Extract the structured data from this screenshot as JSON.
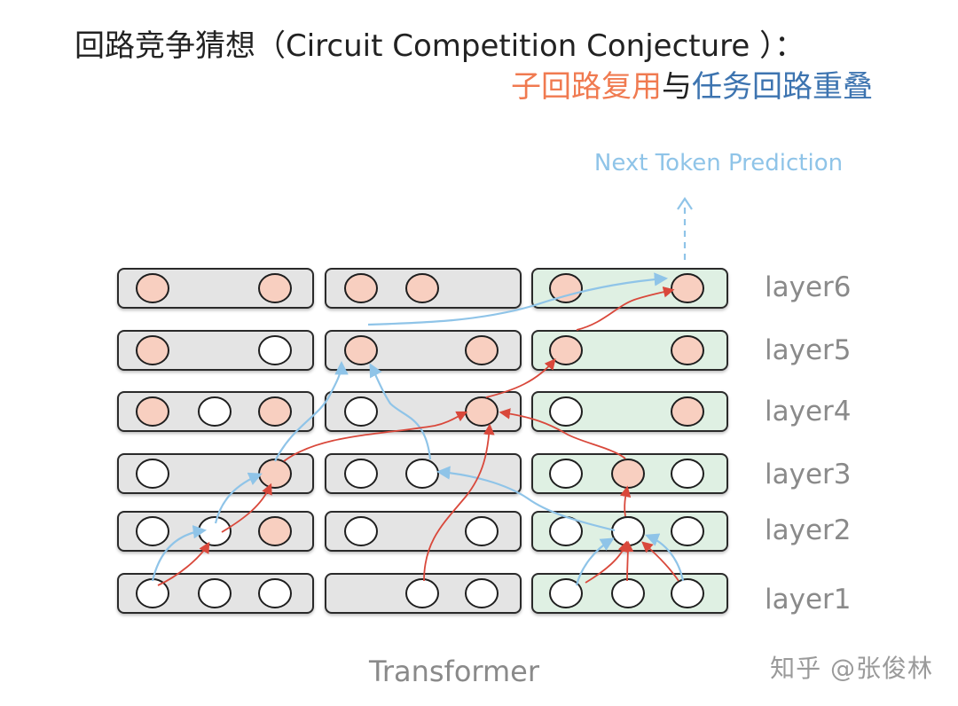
{
  "title": {
    "main": "回路竞争猜想（Circuit Competition Conjecture ）：",
    "sub_part1": "子回路复用",
    "sub_part2": "与",
    "sub_part3": "任务回路重叠"
  },
  "prediction_label": "Next Token Prediction",
  "layers": [
    "layer6",
    "layer5",
    "layer4",
    "layer3",
    "layer2",
    "layer1"
  ],
  "footer_label": "Transformer",
  "watermark": "知乎 @张俊林",
  "colors": {
    "node_active": "#f8cfc0",
    "node_inactive": "#ffffff",
    "block_gray": "#e4e4e4",
    "block_green": "#dff0e3",
    "arrow_red": "#d9483b",
    "arrow_blue": "#8fc4e8",
    "title_orange": "#f07a50",
    "title_blue": "#3d74b0"
  }
}
